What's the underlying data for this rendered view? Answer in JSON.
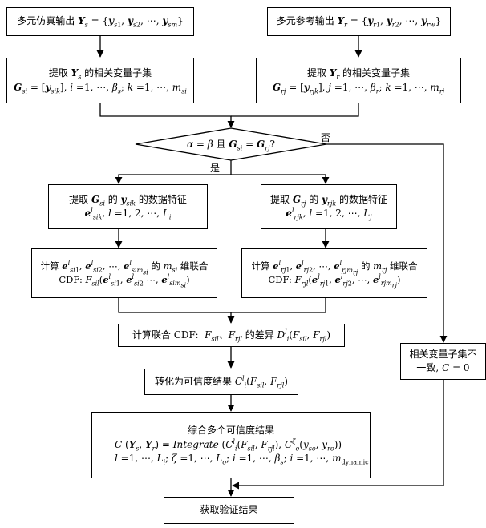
{
  "nodes": {
    "sim_output": {
      "label": "多元仿真输出",
      "formula": "Y_s = {y_s1, y_s2, …, y_sm}"
    },
    "ref_output": {
      "label": "多元参考输出",
      "formula": "Y_r = {y_r1, y_r2, …, y_rw}"
    },
    "extract_sim": {
      "title": "提取 Y_s 的相关变量子集",
      "formula": "G_si = [y_sik], i = 1, …, β_s; k = 1, …, m_si"
    },
    "extract_ref": {
      "title": "提取 Y_r 的相关变量子集",
      "formula": "G_rj = [y_rjk], j = 1, …, β_r; k = 1, …, m_rj"
    },
    "decision": {
      "formula": "α = β 且 G_si = G_rj ?",
      "yes": "是",
      "no": "否"
    },
    "feature_sim": {
      "title": "提取 G_si 的 y_sik 的数据特征",
      "formula": "e^l_sik, l = 1, 2, …, L_i"
    },
    "feature_ref": {
      "title": "提取 G_rj 的 y_rjk 的数据特征",
      "formula": "e^l_rjk, l = 1, 2, …, L_j"
    },
    "cdf_sim": {
      "title": "计算 e^l_si1, e^l_si2, …, e^l_sim_si 的 m_si 维联合",
      "formula": "CDF: F_sil(e^l_si1, e^l_si2 …, e^l_sim_si)"
    },
    "cdf_ref": {
      "title": "计算 e^l_rj1, e^l_rj2, …, e^l_rjm_rj 的 m_rj 维联合",
      "formula": "CDF: F_rjl(e^l_rj1, e^l_rj2, …, e^l_rjm_rj)"
    },
    "joint_diff": {
      "text": "计算联合 CDF: F_sil、F_rjl 的差异 D^l_i(F_sil, F_rjl)"
    },
    "inconsistent": {
      "line1": "相关变量子集不",
      "line2": "一致，C = 0"
    },
    "credibility": {
      "text": "转化为可信度结果 C^l_i(F_sil, F_rjl)"
    },
    "integrate": {
      "title": "综合多个可信度结果",
      "formula1": "C(Y_s, Y_r) = Integrate(C^l_i(F_sil, F_rjl), C^ζ_o(y_so, y_ro))",
      "formula2": "l = 1, …, L_i; ζ = 1, …, L_o; i = 1, …, β_s; i = 1, …, m_dynamic"
    },
    "result": {
      "text": "获取验证结果"
    }
  },
  "rich": {
    "sim_output": "多元仿真输出 <b class='mv'>Y</b><sub><i>s</i></sub> = {<b class='mv'>y</b><sub><i>s</i>1</sub>, <b class='mv'>y</b><sub><i>s</i>2</sub>, ⋯, <b class='mv'>y</b><sub><i>sm</i></sub>}",
    "ref_output": "多元参考输出 <b class='mv'>Y</b><sub><i>r</i></sub> = {<b class='mv'>y</b><sub><i>r</i>1</sub>, <b class='mv'>y</b><sub><i>r</i>2</sub>, ⋯, <b class='mv'>y</b><sub><i>rw</i></sub>}",
    "extract_sim_title": "提取 <b class='mv'>Y</b><sub><i>s</i></sub> 的相关变量子集",
    "extract_sim_formula": "<b class='mv'>G</b><sub><i>si</i></sub> = [<b class='mv'>y</b><sub><i>sik</i></sub>], <i>i</i> =1, ⋯, <i>β</i><sub><i>s</i></sub>; <i>k</i> =1, ⋯, <i>m</i><sub><i>si</i></sub>",
    "extract_ref_title": "提取 <b class='mv'>Y</b><sub><i>r</i></sub> 的相关变量子集",
    "extract_ref_formula": "<b class='mv'>G</b><sub><i>rj</i></sub> = [<b class='mv'>y</b><sub><i>rjk</i></sub>], <i>j</i> =1, ⋯, <i>β</i><sub><i>r</i></sub>; <i>k</i> =1, ⋯, <i>m</i><sub><i>rj</i></sub>",
    "decision": "<i>α</i> = <i>β</i> 且 <b class='mv'>G</b><sub><i>si</i></sub> = <b class='mv'>G</b><sub><i>rj</i></sub>?",
    "feature_sim_title": "提取 <b class='mv'>G</b><sub><i>si</i></sub> 的 <b class='mv'>y</b><sub><i>sik</i></sub> 的数据特征",
    "feature_sim_formula": "<b class='mv'>e</b><sup><i>l</i></sup><sub><i>sik</i></sub>, <i>l</i> =1, 2, ⋯, <i>L</i><sub><i>i</i></sub>",
    "feature_ref_title": "提取 <b class='mv'>G</b><sub><i>rj</i></sub> 的 <b class='mv'>y</b><sub><i>rjk</i></sub> 的数据特征",
    "feature_ref_formula": "<b class='mv'>e</b><sup><i>l</i></sup><sub><i>rjk</i></sub>, <i>l</i> =1, 2, ⋯, <i>L</i><sub><i>j</i></sub>",
    "cdf_sim_title": "计算 <b class='mv'>e</b><sup><i>l</i></sup><sub><i>si</i>1</sub>, <b class='mv'>e</b><sup><i>l</i></sup><sub><i>si</i>2</sub>, ⋯, <b class='mv'>e</b><sup><i>l</i></sup><sub><i>sim<sub>si</sub></i></sub> 的 <i>m</i><sub><i>si</i></sub> 维联合",
    "cdf_sim_formula": "CDF: <i>F</i><sub><i>sil</i></sub>(<b class='mv'>e</b><sup><i>l</i></sup><sub><i>si</i>1</sub>, <b class='mv'>e</b><sup><i>l</i></sup><sub><i>si</i>2</sub> ⋯, <b class='mv'>e</b><sup><i>l</i></sup><sub><i>sim<sub>si</sub></i></sub>)",
    "cdf_ref_title": "计算 <b class='mv'>e</b><sup><i>l</i></sup><sub><i>rj</i>1</sub>, <b class='mv'>e</b><sup><i>l</i></sup><sub><i>rj</i>2</sub>, ⋯, <b class='mv'>e</b><sup><i>l</i></sup><sub><i>rjm<sub>rj</sub></i></sub> 的 <i>m</i><sub><i>rj</i></sub> 维联合",
    "cdf_ref_formula": "CDF: <i>F</i><sub><i>rjl</i></sub>(<b class='mv'>e</b><sup><i>l</i></sup><sub><i>rj</i>1</sub>, <b class='mv'>e</b><sup><i>l</i></sup><sub><i>rj</i>2</sub>, ⋯, <b class='mv'>e</b><sup><i>l</i></sup><sub><i>rjm<sub>rj</sub></i></sub>)",
    "joint_diff": "计算联合 CDF: &nbsp;<i>F</i><sub><i>sil</i></sub>、<i>F</i><sub><i>rjl</i></sub> 的差异 <i>D</i><sup><i>l</i></sup><sub><i>i</i></sub>(<i>F</i><sub><i>sil</i></sub>, <i>F</i><sub><i>rjl</i></sub>)",
    "inconsistent_line1": "相关变量子集不",
    "inconsistent_line2": "一致, <i>C</i> = 0",
    "credibility": "转化为可信度结果 <i>C</i><sup><i>l</i></sup><sub><i>i</i></sub>(<i>F</i><sub><i>sil</i></sub>, <i>F</i><sub><i>rjl</i></sub>)",
    "integrate_title": "综合多个可信度结果",
    "integrate_formula1": "<i>C</i> (<b class='mv'>Y</b><sub><i>s</i></sub>, <b class='mv'>Y</b><sub><i>r</i></sub>) = <i>Integrate</i> (<i>C</i><sup><i>l</i></sup><sub><i>i</i></sub>(<i>F</i><sub><i>sil</i></sub>, <i>F</i><sub><i>rjl</i></sub>), <i>C</i><sup><i>ζ</i></sup><sub><i>o</i></sub>(<i>y</i><sub><i>so</i></sub>, <i>y</i><sub><i>ro</i></sub>))",
    "integrate_formula2": "<i>l</i> =1, ⋯, <i>L</i><sub><i>i</i></sub>; <i>ζ</i> =1, ⋯, <i>L</i><sub><i>o</i></sub>; <i>i</i> =1, ⋯, <i>β</i><sub><i>s</i></sub>; <i>i</i> =1, ⋯, <i>m</i><sub>dynamic</sub>",
    "result": "获取验证结果"
  }
}
